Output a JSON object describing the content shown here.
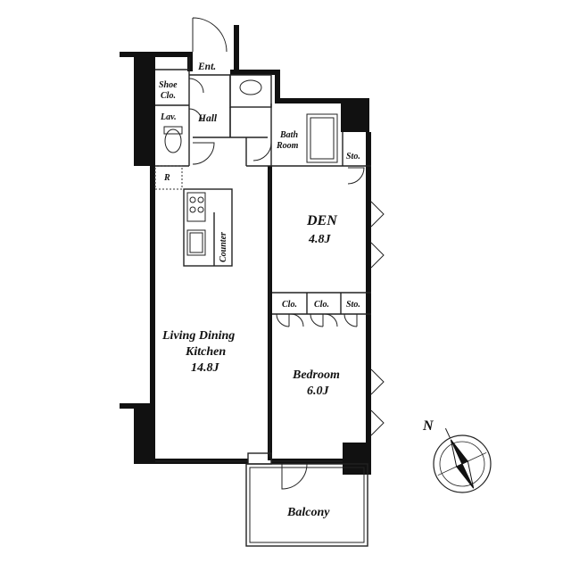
{
  "rooms": {
    "entrance": "Ent.",
    "shoe_closet": [
      "Shoe",
      "Clo."
    ],
    "lavatory": "Lav.",
    "hall": "Hall",
    "bath": [
      "Bath",
      "Room"
    ],
    "storage_top": "Sto.",
    "refrigerator": "R",
    "counter": "Counter",
    "den": [
      "DEN",
      "4.8J"
    ],
    "closet_1": "Clo.",
    "closet_2": "Clo.",
    "storage_mid": "Sto.",
    "ldk": [
      "Living Dining",
      "Kitchen",
      "14.8J"
    ],
    "bedroom": [
      "Bedroom",
      "6.0J"
    ],
    "balcony": "Balcony"
  },
  "compass": {
    "label": "N",
    "rotation_deg": -25
  }
}
